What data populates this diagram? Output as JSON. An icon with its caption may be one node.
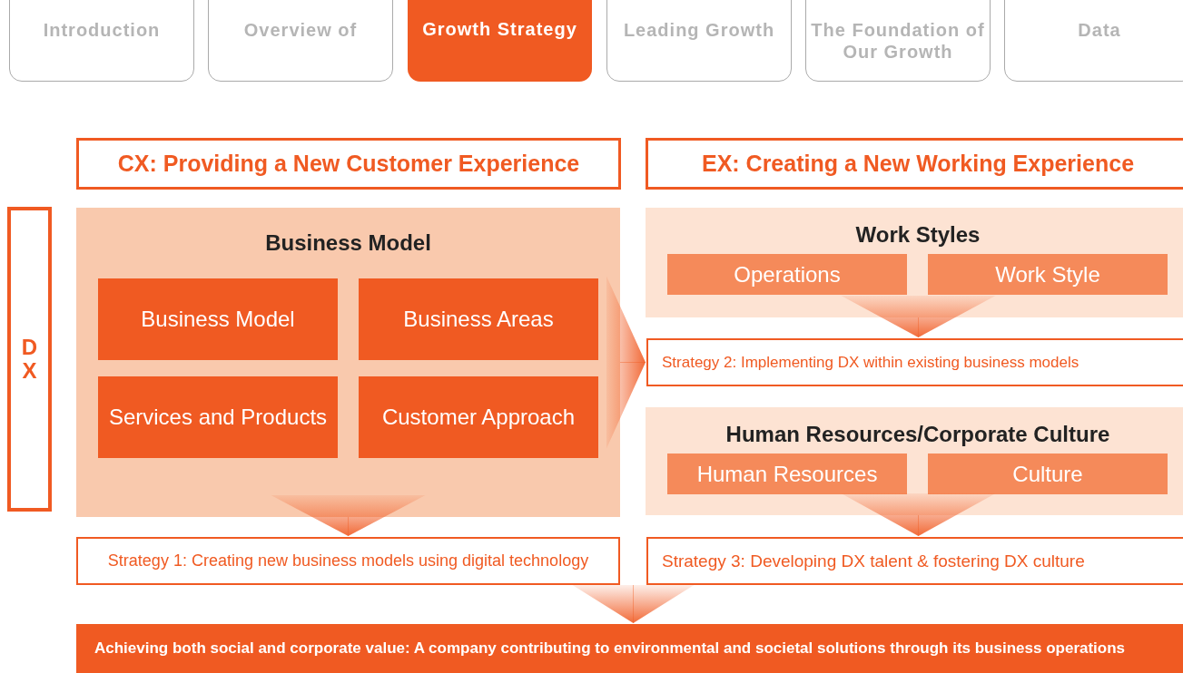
{
  "diagram": {
    "nodes": [
      {
        "text": [
          "Introduction"
        ]
      },
      {
        "text": [
          "Overview of"
        ]
      },
      {
        "text": [
          "Growth Strategy"
        ]
      },
      {
        "text": [
          "Leading Growth"
        ]
      },
      {
        "text": [
          "The Foundation of Our Growth"
        ]
      },
      {
        "text": [
          "Data"
        ]
      },
      {
        "text": [
          "CX: Providing a New Customer Experience"
        ]
      },
      {
        "text": [
          "EX: Creating a New Working Experience"
        ]
      },
      {
        "text": [
          "DX"
        ]
      },
      {
        "text": [
          "Business Model"
        ]
      },
      {
        "text": [
          "Business Model"
        ],
        "in": 9
      },
      {
        "text": [
          "Business Areas"
        ],
        "in": 9
      },
      {
        "text": [
          "Services and Products"
        ],
        "in": 9
      },
      {
        "text": [
          "Customer Approach"
        ],
        "in": 9
      },
      {
        "text": [
          "Work Styles"
        ]
      },
      {
        "text": [
          "Operations"
        ],
        "in": 14
      },
      {
        "text": [
          "Work Style"
        ],
        "in": 14
      },
      {
        "text": [
          "Strategy 2: Implementing DX within existing business models"
        ]
      },
      {
        "text": [
          "Human Resources/Corporate Culture"
        ]
      },
      {
        "text": [
          "Human Resources"
        ],
        "in": 18
      },
      {
        "text": [
          "Culture"
        ],
        "in": 18
      },
      {
        "text": [
          "Strategy 1: Creating new business models using digital technology"
        ]
      },
      {
        "text": [
          "Strategy 3: Developing DX talent & fostering DX culture"
        ]
      },
      {
        "text": [
          "Achieving both social and corporate value: A company contributing to environmental and societal solutions through its business operations"
        ]
      }
    ],
    "edges": [
      {
        "from": 9,
        "to": 21,
        "arrow": "to"
      },
      {
        "from": 9,
        "to": 17,
        "arrow": "to"
      },
      {
        "from": 14,
        "to": 17,
        "arrow": "to"
      },
      {
        "from": 18,
        "to": 22,
        "arrow": "to"
      },
      {
        "from": 21,
        "to": 23,
        "arrow": "to"
      },
      {
        "from": 22,
        "to": 23,
        "arrow": "to"
      }
    ]
  }
}
